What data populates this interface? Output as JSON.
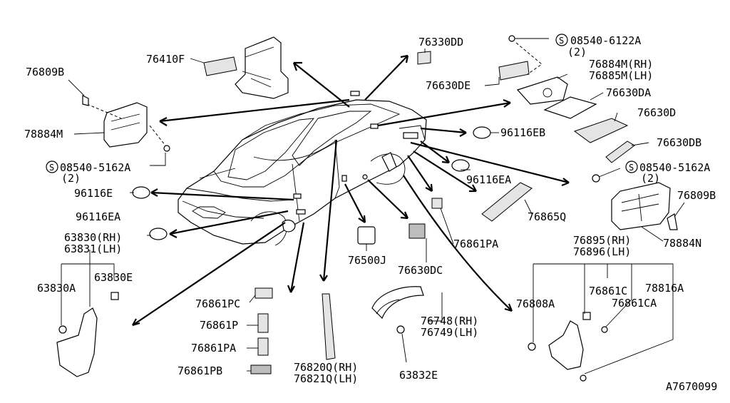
{
  "diagram": {
    "code": "A7670099",
    "labels": [
      {
        "id": "76410F",
        "text": "76410F"
      },
      {
        "id": "76330DD",
        "text": "76330DD"
      },
      {
        "id": "08540-6122A",
        "text": "08540-6122A"
      },
      {
        "id": "qty-6122A",
        "text": "(2)"
      },
      {
        "id": "76809B-l",
        "text": "76809B"
      },
      {
        "id": "76884M",
        "text": "76884M(RH)"
      },
      {
        "id": "76885M",
        "text": "76885M(LH)"
      },
      {
        "id": "76630DE",
        "text": "76630DE"
      },
      {
        "id": "76630DA",
        "text": "76630DA"
      },
      {
        "id": "78884M",
        "text": "78884M"
      },
      {
        "id": "76630D",
        "text": "76630D"
      },
      {
        "id": "96116EB",
        "text": "96116EB"
      },
      {
        "id": "76630DB",
        "text": "76630DB"
      },
      {
        "id": "08540-5162A-l",
        "text": "08540-5162A"
      },
      {
        "id": "qty-5162A-l",
        "text": "(2)"
      },
      {
        "id": "08540-5162A-r",
        "text": "08540-5162A"
      },
      {
        "id": "qty-5162A-r",
        "text": "(2)"
      },
      {
        "id": "96116EA-r",
        "text": "96116EA"
      },
      {
        "id": "96116E",
        "text": "96116E"
      },
      {
        "id": "76809B-r",
        "text": "76809B"
      },
      {
        "id": "96116EA-l",
        "text": "96116EA"
      },
      {
        "id": "76865Q",
        "text": "76865Q"
      },
      {
        "id": "78884N",
        "text": "78884N"
      },
      {
        "id": "63830",
        "text": "63830(RH)"
      },
      {
        "id": "63831",
        "text": "63831(LH)"
      },
      {
        "id": "76861PA-t",
        "text": "76861PA"
      },
      {
        "id": "76500J",
        "text": "76500J"
      },
      {
        "id": "76895",
        "text": "76895(RH)"
      },
      {
        "id": "76896",
        "text": "76896(LH)"
      },
      {
        "id": "76630DC",
        "text": "76630DC"
      },
      {
        "id": "63830E",
        "text": "63830E"
      },
      {
        "id": "63830A",
        "text": "63830A"
      },
      {
        "id": "76861PC",
        "text": "76861PC"
      },
      {
        "id": "76808A",
        "text": "76808A"
      },
      {
        "id": "76861C",
        "text": "76861C"
      },
      {
        "id": "78816A",
        "text": "78816A"
      },
      {
        "id": "76861CA",
        "text": "76861CA"
      },
      {
        "id": "76748",
        "text": "76748(RH)"
      },
      {
        "id": "76749",
        "text": "76749(LH)"
      },
      {
        "id": "76861P",
        "text": "76861P"
      },
      {
        "id": "76861PA-b",
        "text": "76861PA"
      },
      {
        "id": "76820Q",
        "text": "76820Q(RH)"
      },
      {
        "id": "76821Q",
        "text": "76821Q(LH)"
      },
      {
        "id": "76861PB",
        "text": "76861PB"
      },
      {
        "id": "63832E",
        "text": "63832E"
      }
    ]
  }
}
